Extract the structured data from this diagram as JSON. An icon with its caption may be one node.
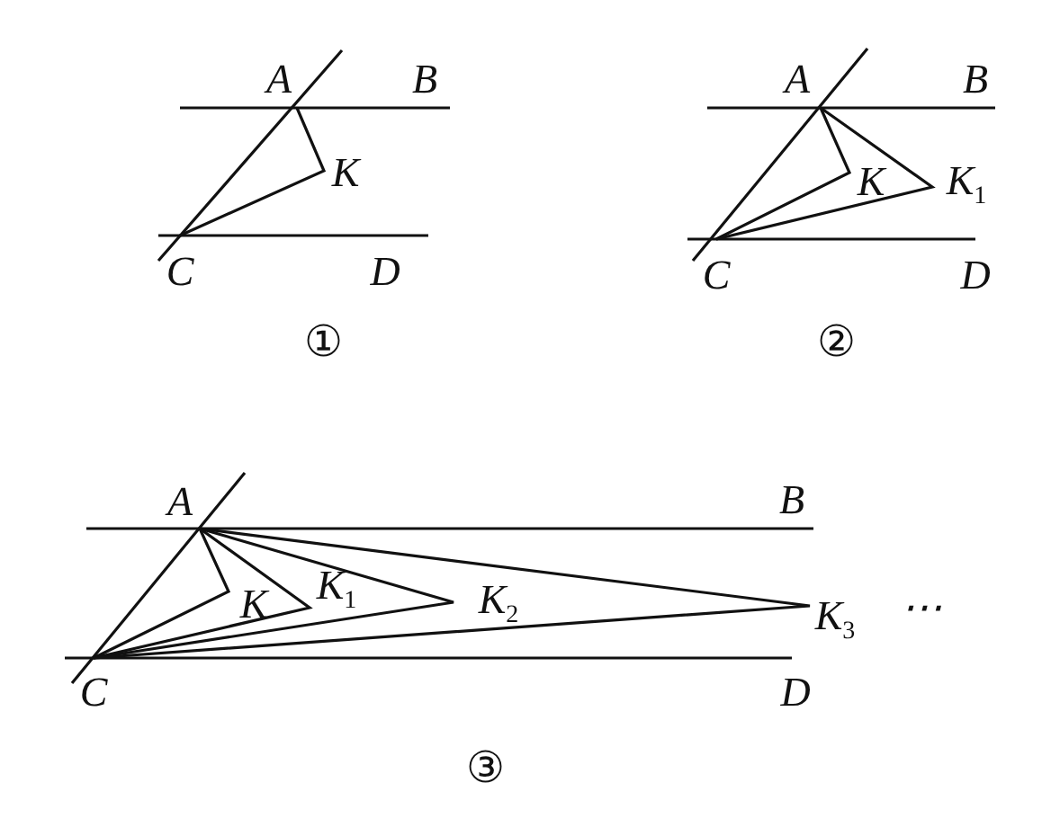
{
  "diagram": {
    "labels": [
      "A",
      "B",
      "K",
      "C",
      "D",
      "①",
      "A",
      "B",
      "K",
      "K$_{1}$",
      "C",
      "D",
      "②",
      "A",
      "B",
      "K",
      "K$_{1}$",
      "K$_{2}$",
      "K$_{3}$",
      "⋯",
      "C",
      "D",
      "③"
    ]
  }
}
